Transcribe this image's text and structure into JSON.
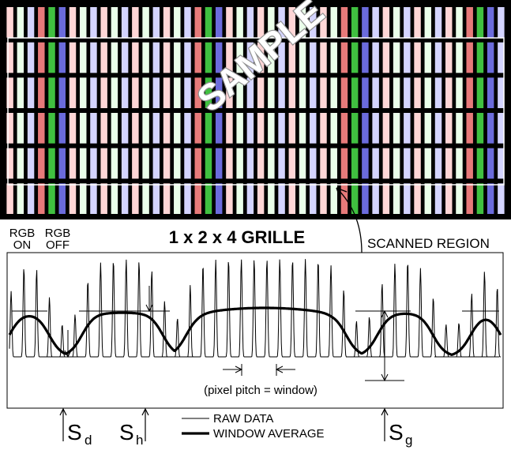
{
  "grille": {
    "rows": 6,
    "columns": 48,
    "column_colors": [
      "#ffd6d6",
      "#eaffea",
      "#d4d4ff",
      "#ffd6d6",
      "#eaffea",
      "#d4d4ff",
      "#ffd6d6",
      "#eaffea",
      "#d4d4ff",
      "#ffd6d6",
      "#eaffea",
      "#d4d4ff",
      "#ffd6d6",
      "#eaffea",
      "#d4d4ff",
      "#ffd6d6",
      "#eaffea",
      "#d4d4ff",
      "#ffd6d6",
      "#eaffea",
      "#d4d4ff",
      "#ffd6d6",
      "#eaffea",
      "#d4d4ff",
      "#ffd6d6",
      "#eaffea",
      "#d4d4ff",
      "#ffd6d6",
      "#eaffea",
      "#d4d4ff",
      "#ffd6d6",
      "#eaffea",
      "#d4d4ff",
      "#ffd6d6",
      "#eaffea",
      "#d4d4ff",
      "#ffd6d6",
      "#eaffea",
      "#d4d4ff",
      "#ffd6d6",
      "#eaffea",
      "#d4d4ff",
      "#ffd6d6",
      "#eaffea",
      "#d4d4ff",
      "#ffd6d6",
      "#eaffea",
      "#d4d4ff"
    ],
    "bright_columns": [
      {
        "index": 3,
        "color": "#e77a7a"
      },
      {
        "index": 4,
        "color": "#40c040"
      },
      {
        "index": 5,
        "color": "#6b6bdc"
      },
      {
        "index": 18,
        "color": "#e77a7a"
      },
      {
        "index": 19,
        "color": "#40c040"
      },
      {
        "index": 20,
        "color": "#6b6bdc"
      },
      {
        "index": 32,
        "color": "#e77a7a"
      },
      {
        "index": 33,
        "color": "#40c040"
      },
      {
        "index": 34,
        "color": "#6b6bdc"
      },
      {
        "index": 44,
        "color": "#e77a7a"
      },
      {
        "index": 45,
        "color": "#40c040"
      },
      {
        "index": 46,
        "color": "#6b6bdc"
      }
    ],
    "watermark": "SAMPLE"
  },
  "labels": {
    "rgb_on": [
      "RGB",
      "ON"
    ],
    "rgb_off": [
      "RGB",
      "OFF"
    ],
    "title": "1 x 2 x 4 GRILLE",
    "scanned_region": "SCANNED REGION",
    "pixel_pitch": "(pixel pitch = window)",
    "legend_raw": "RAW DATA",
    "legend_avg": "WINDOW AVERAGE",
    "s_d": "S",
    "s_d_sub": "d",
    "s_h": "S",
    "s_h_sub": "h",
    "s_g": "S",
    "s_g_sub": "g"
  }
}
